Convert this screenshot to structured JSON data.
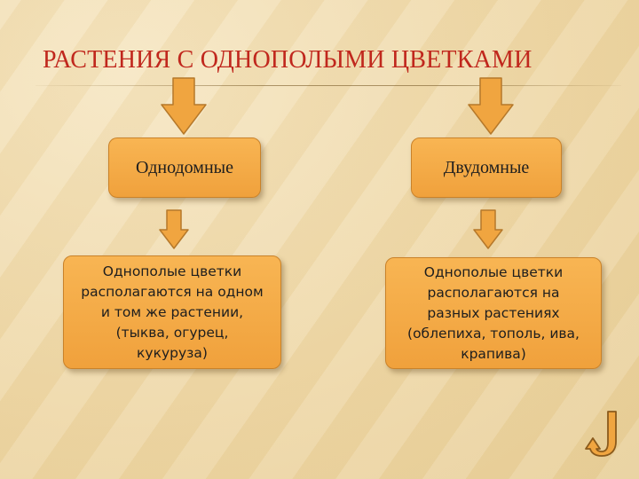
{
  "title": "РАСТЕНИЯ С ОДНОПОЛЫМИ ЦВЕТКАМИ",
  "left": {
    "heading": "Однодомные",
    "lines": [
      "Однополые цветки",
      "располагаются на одном",
      "и том же растении,",
      "(тыква, огурец,",
      "кукуруза)"
    ]
  },
  "right": {
    "heading": "Двудомные",
    "lines": [
      "Однополые цветки",
      "располагаются на",
      "разных растениях",
      "(облепиха, тополь, ива,",
      "крапива)"
    ]
  },
  "nav": {
    "icon": "return-arrow-icon"
  },
  "colors": {
    "title": "#c0271d",
    "box_fill": "#f5ae4a",
    "box_border": "#c9822a",
    "arrow": "#f0a540"
  }
}
